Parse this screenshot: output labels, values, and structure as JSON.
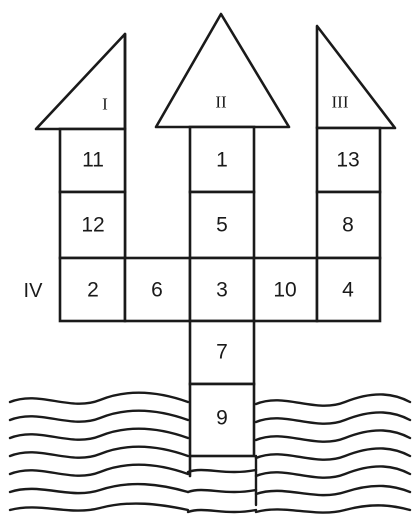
{
  "roofs": {
    "left": "I",
    "center": "II",
    "right": "III"
  },
  "side_label": "IV",
  "cells": {
    "c11": "11",
    "c12": "12",
    "c2": "2",
    "c6": "6",
    "c1": "1",
    "c5": "5",
    "c3": "3",
    "c7": "7",
    "c9": "9",
    "c10": "10",
    "c13": "13",
    "c8": "8",
    "c4": "4"
  }
}
